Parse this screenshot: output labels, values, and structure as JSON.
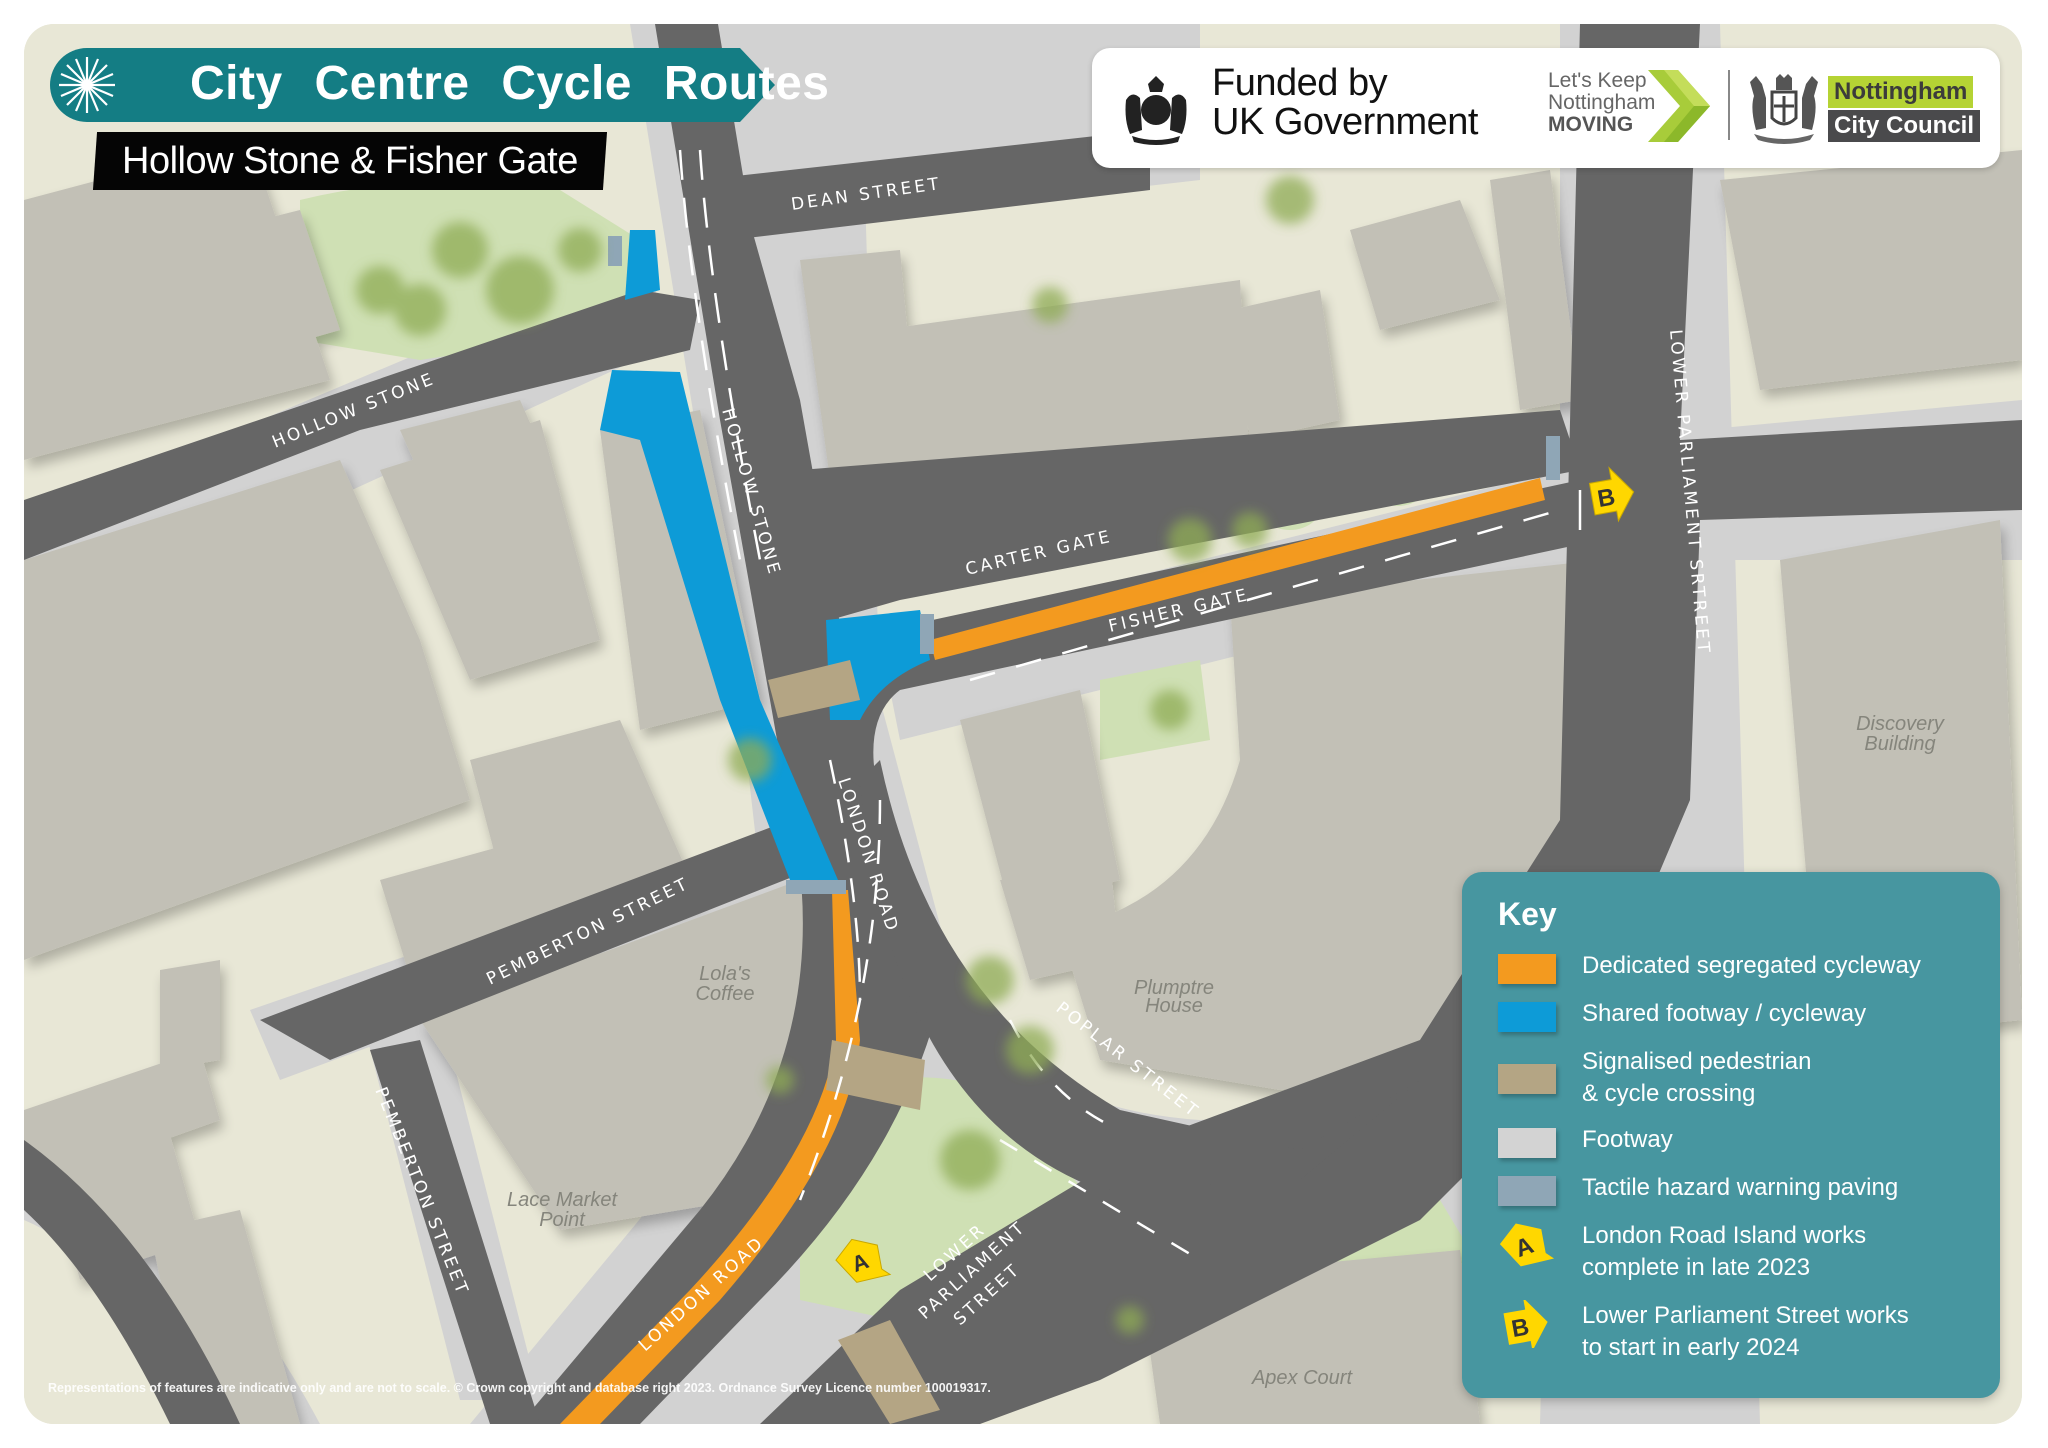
{
  "header": {
    "title": "City Centre Cycle Routes",
    "subtitle": "Hollow Stone & Fisher Gate",
    "title_color": "#147d84"
  },
  "funding": {
    "funded_by_line1": "Funded by",
    "funded_by_line2": "UK Government",
    "campaign_line1": "Let's Keep",
    "campaign_line2": "Nottingham",
    "campaign_line3": "MOVING",
    "council_line1": "Nottingham",
    "council_line2": "City Council",
    "icons": [
      "uk-royal-coat-of-arms-icon",
      "chevron-right-icon",
      "nottingham-coat-of-arms-icon"
    ]
  },
  "map": {
    "streets": [
      {
        "name": "DEAN STREET"
      },
      {
        "name": "HOLLOW STONE",
        "instance": "west"
      },
      {
        "name": "HOLLOW STONE",
        "instance": "north-south"
      },
      {
        "name": "CARTER GATE"
      },
      {
        "name": "FISHER GATE"
      },
      {
        "name": "LOWER PARLIAMENT SRTREET",
        "instance": "north"
      },
      {
        "name": "LONDON ROAD",
        "instance": "north"
      },
      {
        "name": "PEMBERTON STREET",
        "instance": "diagonal"
      },
      {
        "name": "PEMBERTON STREET",
        "instance": "south"
      },
      {
        "name": "POPLAR STREET"
      },
      {
        "name": "LONDON ROAD",
        "instance": "south"
      },
      {
        "name": "LOWER PARLIAMENT STREET",
        "instance": "south"
      }
    ],
    "street_labels": {
      "dean": "DEAN STREET",
      "hollow_west": "HOLLOW STONE",
      "hollow_ns": "HOLLOW STONE",
      "carter": "CARTER GATE",
      "fisher": "FISHER GATE",
      "lps_north": "LOWER PARLIAMENT SRTREET",
      "london_north": "LONDON ROAD",
      "pemberton_diag": "PEMBERTON STREET",
      "pemberton_south": "PEMBERTON STREET",
      "poplar": "POPLAR STREET",
      "london_south": "LONDON ROAD",
      "lps_south_1": "LOWER",
      "lps_south_2": "PARLIAMENT",
      "lps_south_3": "STREET"
    },
    "places": {
      "discovery_1": "Discovery",
      "discovery_2": "Building",
      "lolas_1": "Lola's",
      "lolas_2": "Coffee",
      "plumptre_1": "Plumptre",
      "plumptre_2": "House",
      "lace_1": "Lace Market",
      "lace_2": "Point",
      "apex": "Apex Court"
    },
    "markers": {
      "a": "A",
      "b": "B"
    },
    "colors": {
      "road": "#666666",
      "footway": "#d2d2d2",
      "building": "#c2c0b6",
      "open_space": "#e8e7d6",
      "green": "#cfe0b4",
      "tree": "#8fac55",
      "cycleway": "#f39a1f",
      "shared": "#0d9bd7",
      "crossing": "#b4a584",
      "tactile": "#8fa6b6",
      "marker": "#ffd700"
    }
  },
  "key": {
    "title": "Key",
    "items": [
      {
        "label": "Dedicated segregated cycleway",
        "color": "#f39a1f"
      },
      {
        "label": "Shared footway / cycleway",
        "color": "#0d9bd7"
      },
      {
        "label": "Signalised pedestrian\n& cycle crossing",
        "color": "#b4a584"
      },
      {
        "label": "Footway",
        "color": "#d3d3d3"
      },
      {
        "label": "Tactile hazard warning paving",
        "color": "#8fa6b6"
      },
      {
        "label": "London Road Island works\ncomplete in late 2023",
        "marker": "A"
      },
      {
        "label": "Lower Parliament Street works\nto start in early 2024",
        "marker": "B"
      }
    ],
    "background": "#4796a0"
  },
  "footer": {
    "copyright": "Representations of features are indicative only and are not to scale. © Crown copyright and database right 2023. Ordnance Survey Licence number 100019317."
  }
}
